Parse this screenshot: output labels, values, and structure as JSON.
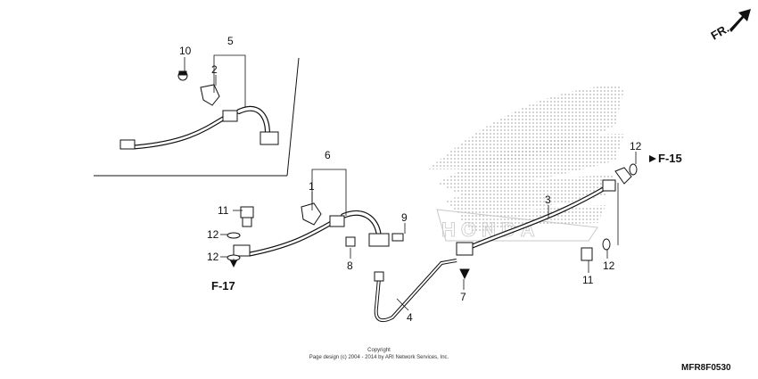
{
  "orientation": {
    "label": "FR."
  },
  "callouts": {
    "c10": "10",
    "c5": "5",
    "c2": "2",
    "c6": "6",
    "c1": "1",
    "c11a": "11",
    "c12a": "12",
    "c12b": "12",
    "c9": "9",
    "c8": "8",
    "c7": "7",
    "c4": "4",
    "c3": "3",
    "c12c": "12",
    "c12d": "12",
    "c11b": "11"
  },
  "references": {
    "f17": "F-17",
    "f15": "F-15"
  },
  "copyright": {
    "line1": "Copyright",
    "line2": "Page design (c) 2004 - 2014 by ARI Network Services, Inc."
  },
  "diagram_code": "MFR8F0530",
  "colors": {
    "line": "#111111",
    "watermark": "#bdbdbd"
  }
}
